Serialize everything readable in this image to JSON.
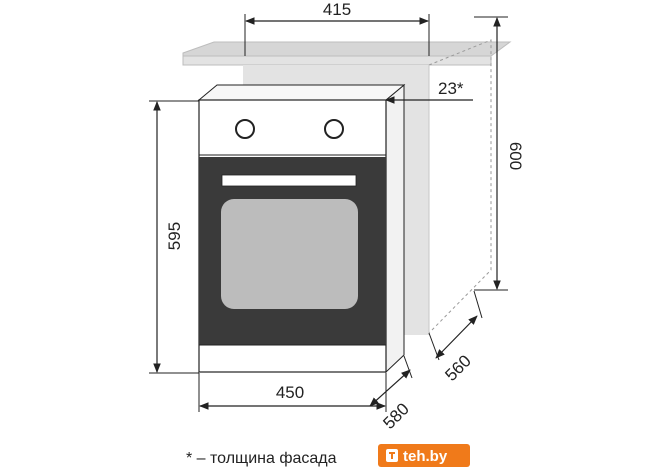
{
  "dimensions": {
    "cabinet_width": "415",
    "facade_offset": "23*",
    "cabinet_height": "600",
    "oven_height": "595",
    "cabinet_depth": "560",
    "oven_width": "450",
    "oven_depth": "580"
  },
  "footnote": "* – толщина фасада",
  "watermark": "teh.by",
  "colors": {
    "line": "#222222",
    "cabinet": "#e3e3e3",
    "cabinet_edge": "#bdbdbd",
    "door": "#3a3a3a",
    "window": "#bcbcbc",
    "watermark": "#f07a1a"
  }
}
